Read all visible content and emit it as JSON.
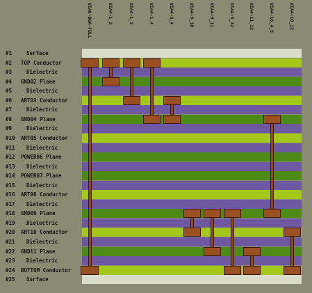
{
  "colors": {
    "background": "#8b8b74",
    "surface": "#d9dcc9",
    "conductor": "#a4c81a",
    "dielectric": "#6e58a0",
    "plane": "#4e8a16",
    "via_pad": "#9a4f20",
    "via_barrel": "#8a4a1e"
  },
  "layers": [
    {
      "num": "#1",
      "name": "Surface",
      "kind": "surface"
    },
    {
      "num": "#2",
      "name": "TOP Conductor",
      "kind": "conductor"
    },
    {
      "num": "#3",
      "name": "Dielectric",
      "kind": "dielectric"
    },
    {
      "num": "#4",
      "name": "GND02 Plane",
      "kind": "plane"
    },
    {
      "num": "#5",
      "name": "Dielectric",
      "kind": "dielectric"
    },
    {
      "num": "#6",
      "name": "ART03 Conductor",
      "kind": "conductor"
    },
    {
      "num": "#7",
      "name": "Dielectric",
      "kind": "dielectric"
    },
    {
      "num": "#8",
      "name": "GND04 Plane",
      "kind": "plane"
    },
    {
      "num": "#9",
      "name": "Dielectric",
      "kind": "dielectric"
    },
    {
      "num": "#10",
      "name": "ART05 Conductor",
      "kind": "conductor"
    },
    {
      "num": "#11",
      "name": "Dielectric",
      "kind": "dielectric"
    },
    {
      "num": "#12",
      "name": "POWER06 Plane",
      "kind": "plane"
    },
    {
      "num": "#13",
      "name": "Dielectric",
      "kind": "dielectric"
    },
    {
      "num": "#14",
      "name": "POWER07 Plane",
      "kind": "plane"
    },
    {
      "num": "#15",
      "name": "Dielectric",
      "kind": "dielectric"
    },
    {
      "num": "#16",
      "name": "ART08 Conductor",
      "kind": "conductor"
    },
    {
      "num": "#17",
      "name": "Dielectric",
      "kind": "dielectric"
    },
    {
      "num": "#18",
      "name": "GND09 Plane",
      "kind": "plane"
    },
    {
      "num": "#19",
      "name": "Dielectric",
      "kind": "dielectric"
    },
    {
      "num": "#20",
      "name": "ART10 Conductor",
      "kind": "conductor"
    },
    {
      "num": "#21",
      "name": "Dielectric",
      "kind": "dielectric"
    },
    {
      "num": "#22",
      "name": "GND11 Plane",
      "kind": "plane"
    },
    {
      "num": "#23",
      "name": "Dielectric",
      "kind": "dielectric"
    },
    {
      "num": "#24",
      "name": "BOTTOM Conductor",
      "kind": "conductor"
    },
    {
      "num": "#25",
      "name": "Surface",
      "kind": "surface"
    }
  ],
  "vias": [
    {
      "label": "VIA0-BGA-FULL",
      "from_layer": 2,
      "to_layer": 24
    },
    {
      "label": "VIA4-1_2",
      "from_layer": 2,
      "to_layer": 4
    },
    {
      "label": "VIA4-1_3",
      "from_layer": 2,
      "to_layer": 6
    },
    {
      "label": "VIA4-1_4",
      "from_layer": 2,
      "to_layer": 8
    },
    {
      "label": "VIA4-3_4",
      "from_layer": 6,
      "to_layer": 8
    },
    {
      "label": "VIA4-9_10",
      "from_layer": 18,
      "to_layer": 20
    },
    {
      "label": "VIA4-9_11",
      "from_layer": 18,
      "to_layer": 22
    },
    {
      "label": "VIA4-9_12",
      "from_layer": 18,
      "to_layer": 24
    },
    {
      "label": "VIA4-11_12",
      "from_layer": 22,
      "to_layer": 24
    },
    {
      "label": "VIA4-16_4_9",
      "from_layer": 8,
      "to_layer": 18
    },
    {
      "label": "VIA4-10_12",
      "from_layer": 20,
      "to_layer": 24
    }
  ]
}
